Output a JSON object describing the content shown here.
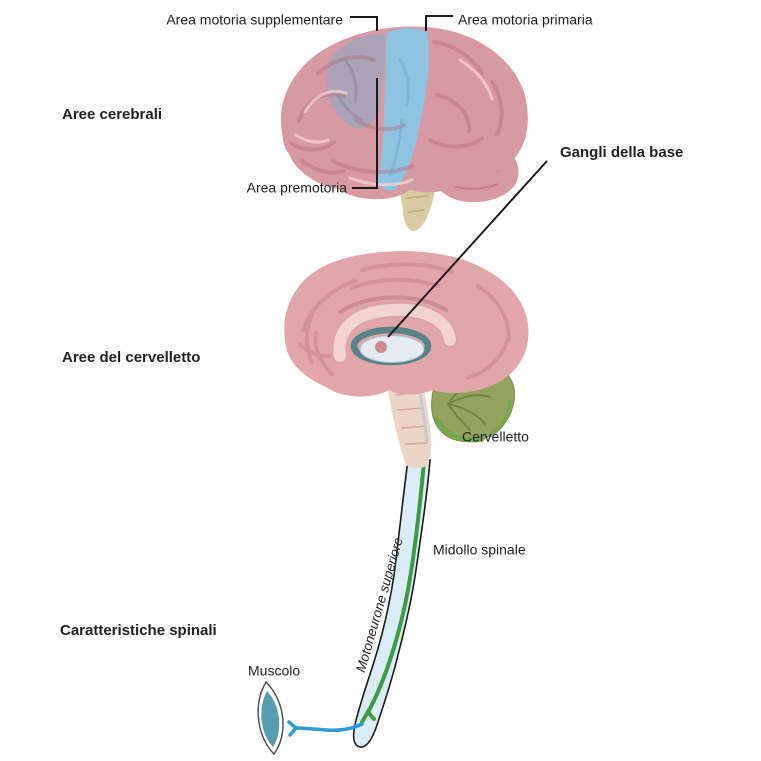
{
  "labels": {
    "area_motoria_supplementare": "Area motoria supplementare",
    "area_motoria_primaria": "Area motoria primaria",
    "aree_cerebrali": "Aree cerebrali",
    "area_premotoria": "Area premotoria",
    "gangli_della_base": "Gangli della base",
    "aree_del_cervelletto": "Aree del cervelletto",
    "cervelletto": "Cervelletto",
    "midollo_spinale": "Midollo spinale",
    "motoneurone_superiore": "Motoneurone superiore",
    "caratteristiche_spinali": "Caratteristiche spinali",
    "muscolo": "Muscolo"
  },
  "colors": {
    "cortex_pink": "#d79aa3",
    "cortex_shadow": "#b4717e",
    "cortex_highlight": "#f6d3d5",
    "primary_motor_blue": "#8ec4e1",
    "supplementary_gray": "#a8a4ba",
    "brainstem_beige": "#d9caa2",
    "sagittal_pink": "#e2a6aa",
    "sagittal_shadow": "#c2808a",
    "corpus_callosum": "#f3d3cf",
    "basal_ganglia_teal": "#4e7f86",
    "cerebellum_green": "#93a35c",
    "cerebellum_rim_green": "#71a94e",
    "cord_fill": "#d9ecf8",
    "upper_neuron_green": "#3f9b3f",
    "lower_neuron_blue": "#2f9ad6",
    "muscle_teal": "#579db2",
    "line_black": "#1a1a1a",
    "text_color": "#231f20"
  }
}
